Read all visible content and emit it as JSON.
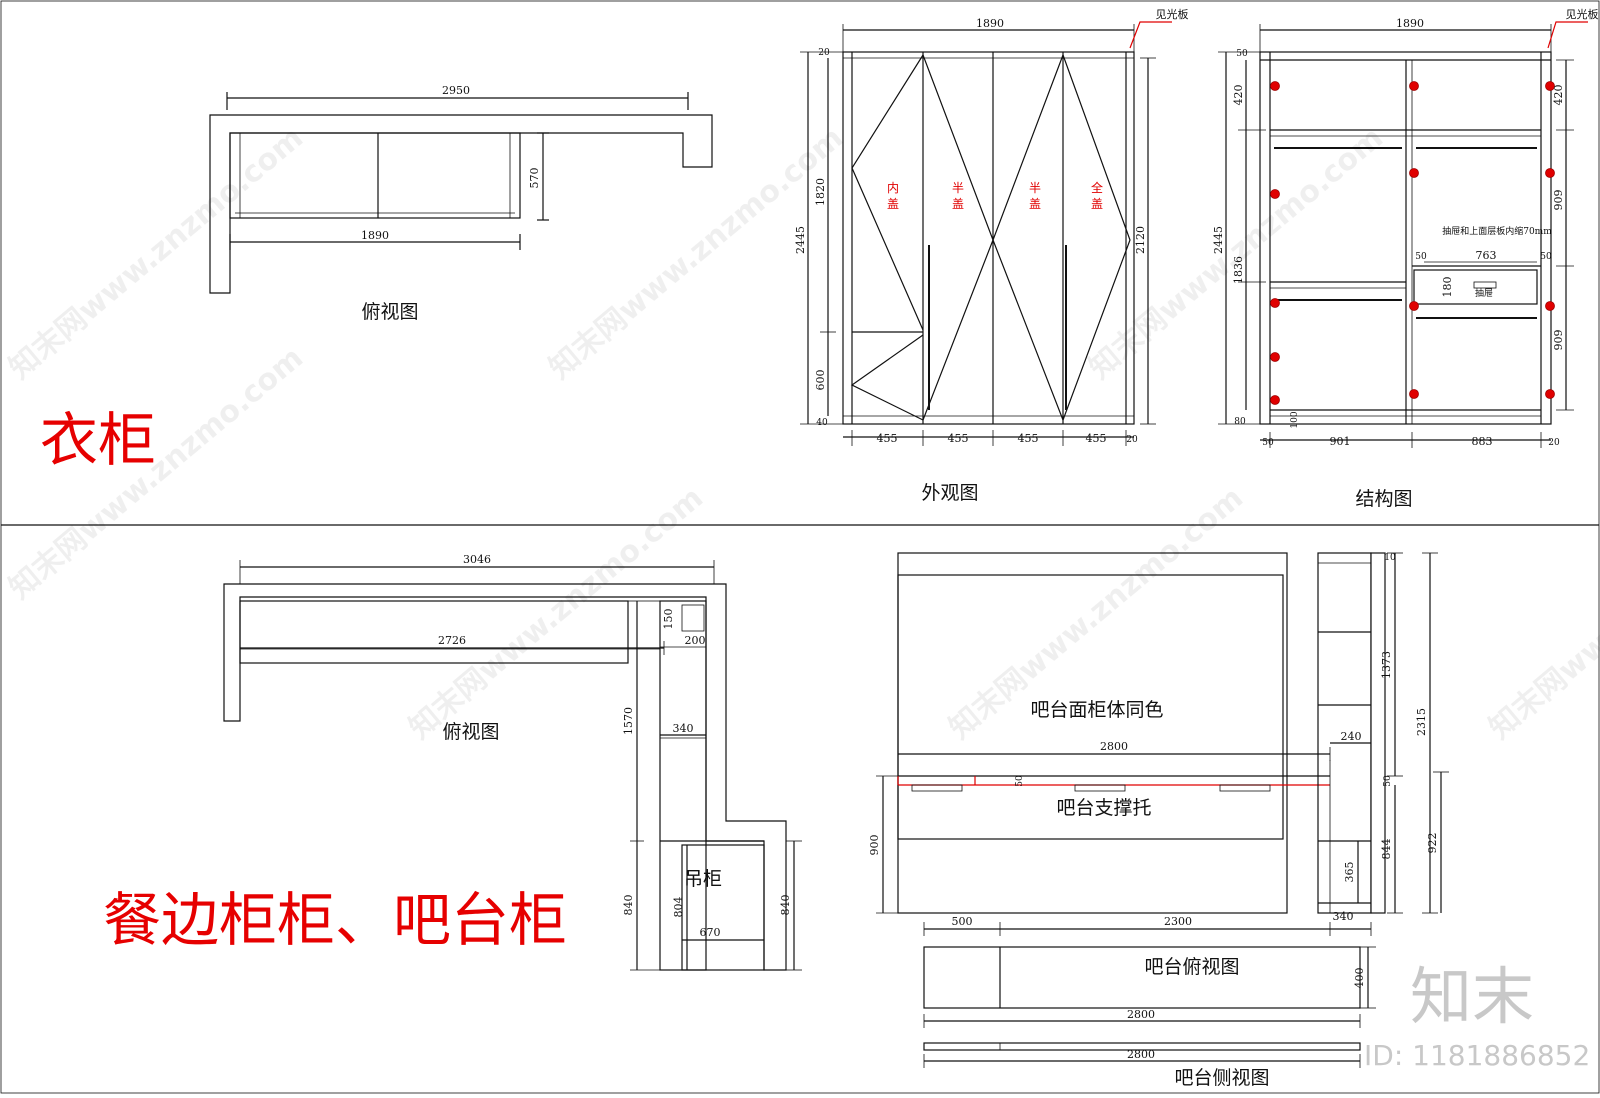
{
  "sections": {
    "wardrobe": {
      "title": "衣柜",
      "top_view": {
        "caption": "俯视图",
        "overall_width": "2950",
        "inner_width": "1890",
        "depth": "570"
      },
      "front_view": {
        "caption": "外观图",
        "overall_width": "1890",
        "note": "见光板",
        "height_total": "2445",
        "height_upper": "1820",
        "height_lower": "600",
        "height_right": "2120",
        "bottom_small": "40",
        "top_small": "20",
        "right_small": "20",
        "door_widths": [
          "455",
          "455",
          "455",
          "455"
        ],
        "door_labels": [
          [
            "内",
            "盖"
          ],
          [
            "半",
            "盖"
          ],
          [
            "半",
            "盖"
          ],
          [
            "全",
            "盖"
          ]
        ]
      },
      "structure_view": {
        "caption": "结构图",
        "overall_width": "1890",
        "note": "见光板",
        "height_total": "2445",
        "height_sub": "1836",
        "left_420": "420",
        "right_420": "420",
        "right_909_a": "909",
        "right_909_b": "909",
        "top_small": "50",
        "bottom_small": "80",
        "bottom_small_2": "100",
        "drawer_note": "抽屉和上面层板内缩70mm",
        "drawer_width": "763",
        "drawer_side_left": "50",
        "drawer_side_right": "50",
        "drawer_height": "180",
        "drawer_label": "抽屉",
        "bottom_widths": [
          "50",
          "901",
          "883",
          "20"
        ]
      }
    },
    "sideboard": {
      "title": "餐边柜柜、吧台柜",
      "top_view": {
        "caption": "俯视图",
        "overall_width": "3046",
        "inner_width": "2726",
        "dim_150": "150",
        "dim_200": "200",
        "dim_340": "340",
        "dim_1570": "1570",
        "dim_840_left": "840",
        "dim_840_right": "840",
        "dim_804": "804",
        "dim_670": "670",
        "hanging_label": "吊柜"
      },
      "elevation": {
        "label_same_color": "吧台面柜体同色",
        "label_support": "吧台支撑托",
        "counter_width": "2800",
        "dim_50": "50",
        "dim_240": "240",
        "dim_900": "900",
        "dim_500": "500",
        "dim_2300": "2300",
        "dim_340": "340",
        "right_1373": "1373",
        "right_50": "50",
        "right_844": "844",
        "right_365": "365",
        "right_2315": "2315",
        "right_922": "922",
        "right_10": "10"
      },
      "counter_top_view": {
        "caption": "吧台俯视图",
        "width": "2800",
        "depth": "400"
      },
      "counter_side_view": {
        "caption": "吧台侧视图",
        "width": "2800"
      }
    }
  },
  "watermark": {
    "text": "知末网www.znzmo.com"
  },
  "brand": {
    "logo": "知末",
    "id_text": "ID: 1181886852"
  }
}
